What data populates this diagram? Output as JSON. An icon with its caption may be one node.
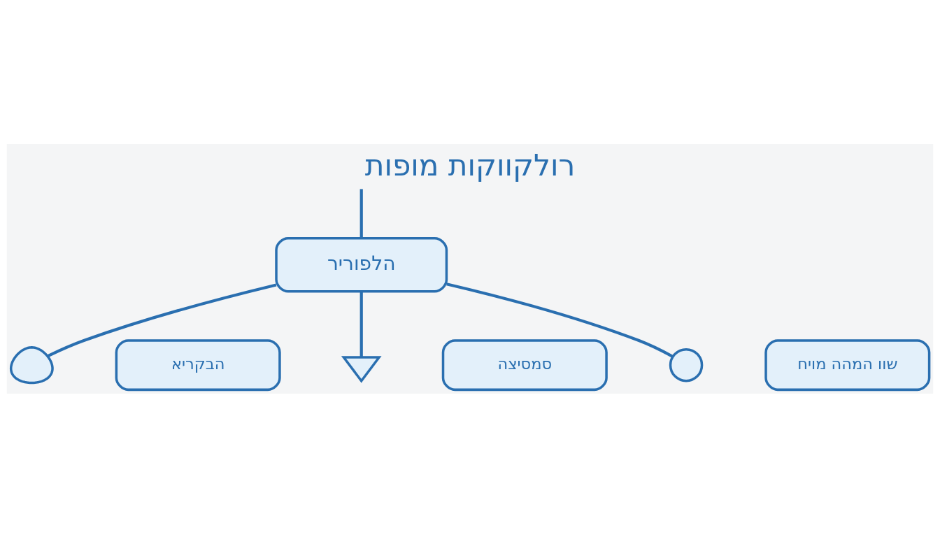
{
  "diagram": {
    "title": "רולקווקות מופות",
    "nodes": [
      {
        "text": [
          "הלפוריר"
        ]
      },
      {
        "text": [],
        "shape": "brain"
      },
      {
        "text": [
          "הבקריא"
        ]
      },
      {
        "text": [],
        "shape": "heart"
      },
      {
        "text": [
          "סמסיצה"
        ]
      },
      {
        "text": [],
        "shape": "coin"
      },
      {
        "text": [
          "שוו המהה מויח"
        ]
      }
    ],
    "edges": [
      {
        "from": null,
        "to": 0,
        "arrow": "none"
      },
      {
        "from": 0,
        "to": 1,
        "arrow": "none"
      },
      {
        "from": 0,
        "to": 3,
        "arrow": "none"
      },
      {
        "from": 0,
        "to": 5,
        "arrow": "none"
      }
    ]
  }
}
